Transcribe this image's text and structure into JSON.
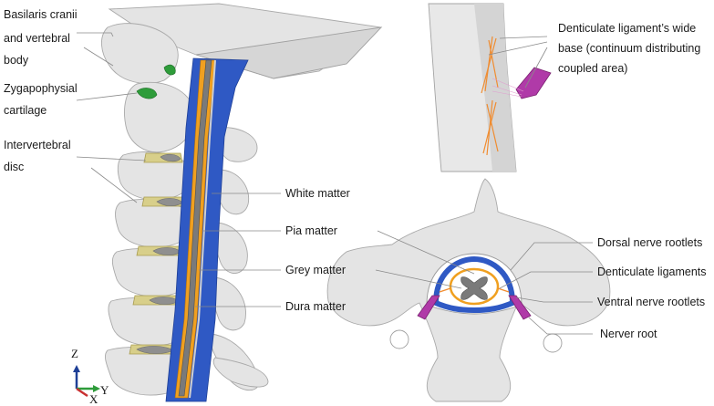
{
  "labels": {
    "basilaris_line1": "Basilaris cranii",
    "basilaris_line2": "and vertebral",
    "basilaris_line3": "body",
    "zygapophysial_line1": "Zygapophysial",
    "zygapophysial_line2": "cartilage",
    "intervertebral_line1": "Intervertebral",
    "intervertebral_line2": "disc",
    "white_matter": "White matter",
    "pia_matter": "Pia matter",
    "grey_matter": "Grey matter",
    "dura_matter": "Dura matter",
    "denticulate_line1": "Denticulate ligament’s wide",
    "denticulate_line2": "base (continuum distributing",
    "denticulate_line3": "coupled area)",
    "dorsal_nerve_rootlets": "Dorsal nerve rootlets",
    "denticulate_ligaments": "Denticulate ligaments",
    "ventral_nerve_rootlets": "Ventral nerve rootlets",
    "nerver_root": "Nerver root"
  },
  "axes": {
    "z": "Z",
    "x": "X",
    "y": "Y"
  },
  "colors": {
    "dura": "#2f59c4",
    "pia_orange": "#f0a020",
    "grey_core": "#7a7a7a",
    "bone": "#e4e4e4",
    "cartilage": "#2e9c3a",
    "disc": "#d8cf8a",
    "nerve_root": "#b03aa8",
    "ligament_orange": "#f08c30"
  }
}
